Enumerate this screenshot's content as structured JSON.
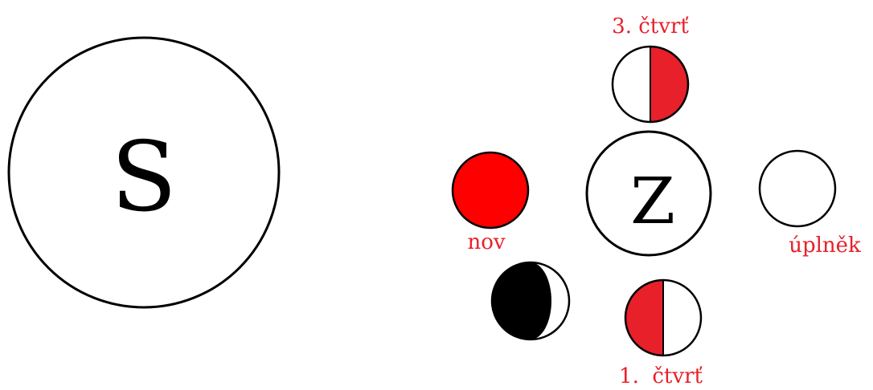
{
  "sun": {
    "label": "S"
  },
  "earth": {
    "label": "Z"
  },
  "phases": {
    "new_moon": {
      "label": "nov"
    },
    "full_moon": {
      "label": "úplněk"
    },
    "first_quarter": {
      "label": "1.  čtvrť"
    },
    "third_quarter": {
      "label": "3. čtvrť"
    }
  },
  "colors": {
    "label": "#e8202a",
    "new_moon_fill": "#ff0000",
    "quarter_fill": "#e8202a",
    "crescent_fill": "#000000",
    "outline": "#000000"
  }
}
